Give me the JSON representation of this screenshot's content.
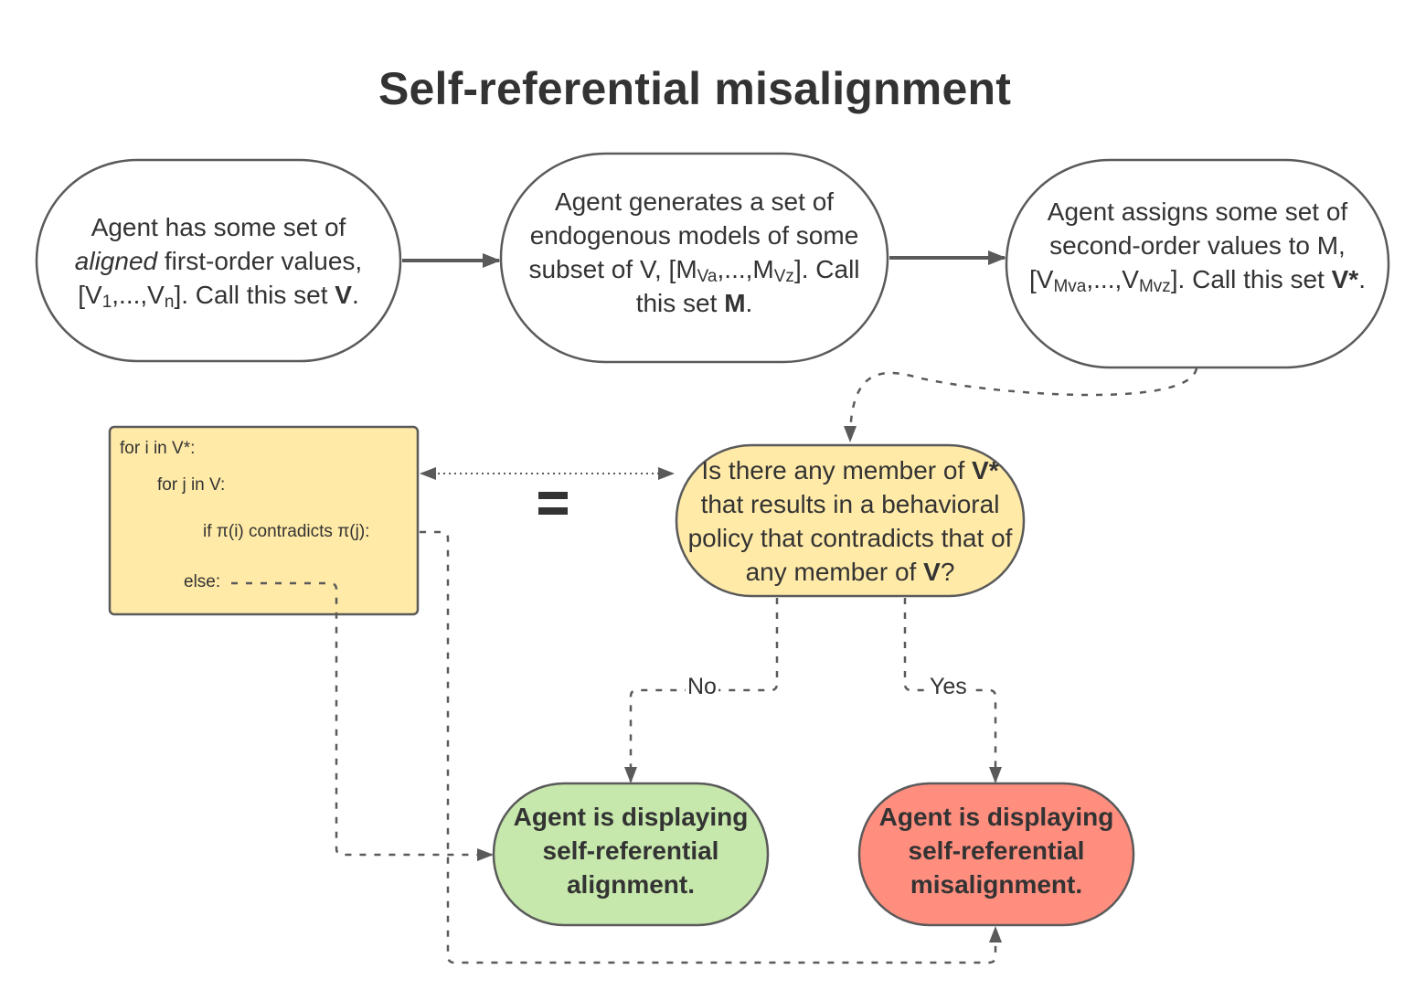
{
  "title": "Self-referential misalignment",
  "colors": {
    "stroke": "#5a5a5a",
    "text": "#333333",
    "question_fill": "#ffeaa7",
    "code_fill": "#ffeaa7",
    "aligned_fill": "#c7e8ac",
    "misaligned_fill": "#ff8e7f",
    "default_fill": "#ffffff"
  },
  "nodes": {
    "first_order": {
      "line1": "Agent has some set of",
      "line2_italic": "aligned",
      "line2_rest": " first-order values,",
      "line3_pre": "[V",
      "line3_sub1": "1",
      "line3_mid": ",...,V",
      "line3_sub2": "n",
      "line3_post": "]. Call this set ",
      "line3_bold": "V",
      "line3_end": "."
    },
    "models": {
      "line1": "Agent generates a set of",
      "line2": "endogenous models of some",
      "line3_pre": "subset of V, [M",
      "line3_sub1": "Va",
      "line3_mid": ",...,M",
      "line3_sub2": "Vz",
      "line3_post": "]. Call",
      "line4_pre": "this set ",
      "line4_bold": "M",
      "line4_end": "."
    },
    "second_order": {
      "line1": "Agent assigns some set of",
      "line2": "second-order values to M,",
      "line3_pre": "[V",
      "line3_sub1": "Mva",
      "line3_mid": ",...,V",
      "line3_sub2": "Mvz",
      "line3_post": "]. Call this set ",
      "line3_bold": "V*",
      "line3_end": "."
    },
    "question": {
      "line1_pre": "Is there any member of ",
      "line1_bold": "V*",
      "line2": "that results in a behavioral",
      "line3": "policy that contradicts that of",
      "line4_pre": "any member of ",
      "line4_bold": "V",
      "line4_end": "?"
    },
    "aligned": {
      "line1": "Agent is displaying",
      "line2": "self-referential",
      "line3": "alignment."
    },
    "misaligned": {
      "line1": "Agent is displaying",
      "line2": "self-referential",
      "line3": "misalignment."
    }
  },
  "code_block": {
    "lines": [
      "for i in V*:",
      "for j in V:",
      "if π(i) contradicts π(j):",
      "else:"
    ]
  },
  "edge_labels": {
    "no": "No",
    "yes": "Yes",
    "equivalence": "="
  }
}
